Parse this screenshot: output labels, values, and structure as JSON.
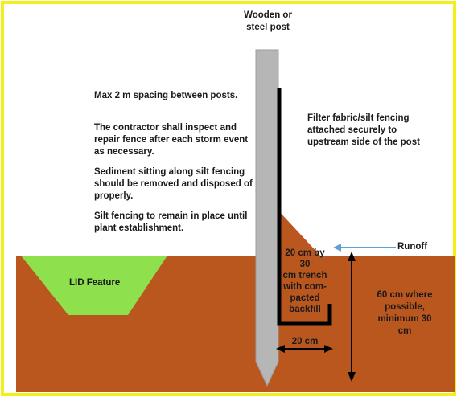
{
  "labels": {
    "post": "Wooden or\nsteel post",
    "notes": [
      "Max 2 m spacing between posts.",
      "The contractor shall inspect and repair fence after each storm event as necessary.",
      "Sediment sitting along silt fencing should be removed and disposed of properly.",
      "Silt fencing to remain in place until plant establishment."
    ],
    "filter_fabric": "Filter fabric/silt fencing attached securely to upstream side of the post",
    "runoff": "Runoff",
    "trench": "20 cm by 30\ncm trench\nwith com-\npacted\nbackfill",
    "depth": "60 cm where\npossible,\nminimum 30\ncm",
    "width": "20 cm",
    "lid_feature": "LID Feature"
  },
  "colors": {
    "border": "#f6ee1a",
    "soil": "#b9571f",
    "lid": "#8ee04d",
    "post": "#b6b6b6",
    "fabric": "#000000",
    "arrow": "#5ba0d6"
  }
}
